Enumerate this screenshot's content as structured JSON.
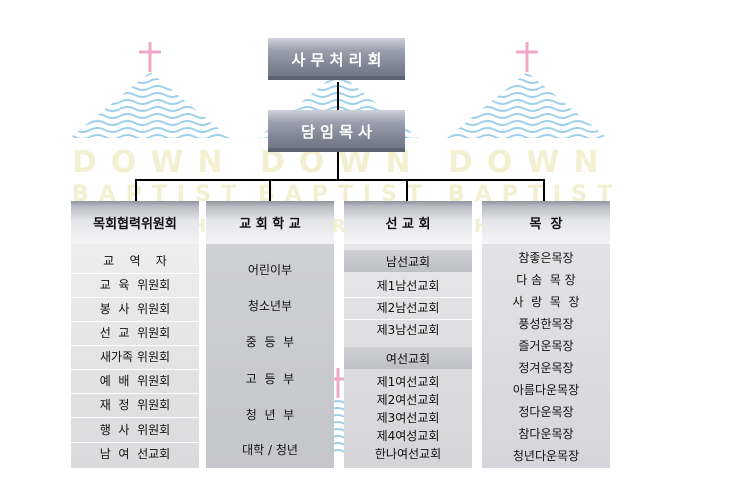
{
  "watermark": {
    "word1": "DOWN",
    "word2": "BAPTIST",
    "word3": "CHURCH"
  },
  "colors": {
    "cross": "#f0a8c8",
    "wave": "#9fd0ea",
    "watermark_text": "#f3f0d2",
    "top_box": "#7b8290"
  },
  "top": {
    "secretariat": "사 무 처 리 회",
    "pastor": "담 임 목 사"
  },
  "columns": [
    {
      "header": "목회협력위원회",
      "items": [
        "교    역    자",
        "교  육  위원회",
        "봉  사  위원회",
        "선  교  위원회",
        "새가족 위원회",
        "예  배  위원회",
        "재  정  위원회",
        "행  사  위원회",
        "남  여  선교회"
      ]
    },
    {
      "header": "교 회 학 교",
      "items": [
        "어린이부",
        "청소년부",
        "중  등  부",
        "고  등  부",
        "청  년  부",
        "대학 / 청년"
      ]
    },
    {
      "header": "선 교 회",
      "group1_label": "남선교회",
      "group1_items": [
        "제1남선교회",
        "제2남선교회",
        "제3남선교회"
      ],
      "group2_label": "여선교회",
      "group2_items": [
        "제1여선교회",
        "제2여선교회",
        "제3여선교회",
        "제4여성교회",
        "한나여선교회"
      ]
    },
    {
      "header": "목  장",
      "items": [
        "참좋은목장",
        "다 솜  목 장",
        "사  랑  목  장",
        "풍성한목장",
        "즐거운목장",
        "정겨운목장",
        "아름다운목장",
        "정다운목장",
        "참다운목장",
        "청년다운목장"
      ]
    }
  ]
}
